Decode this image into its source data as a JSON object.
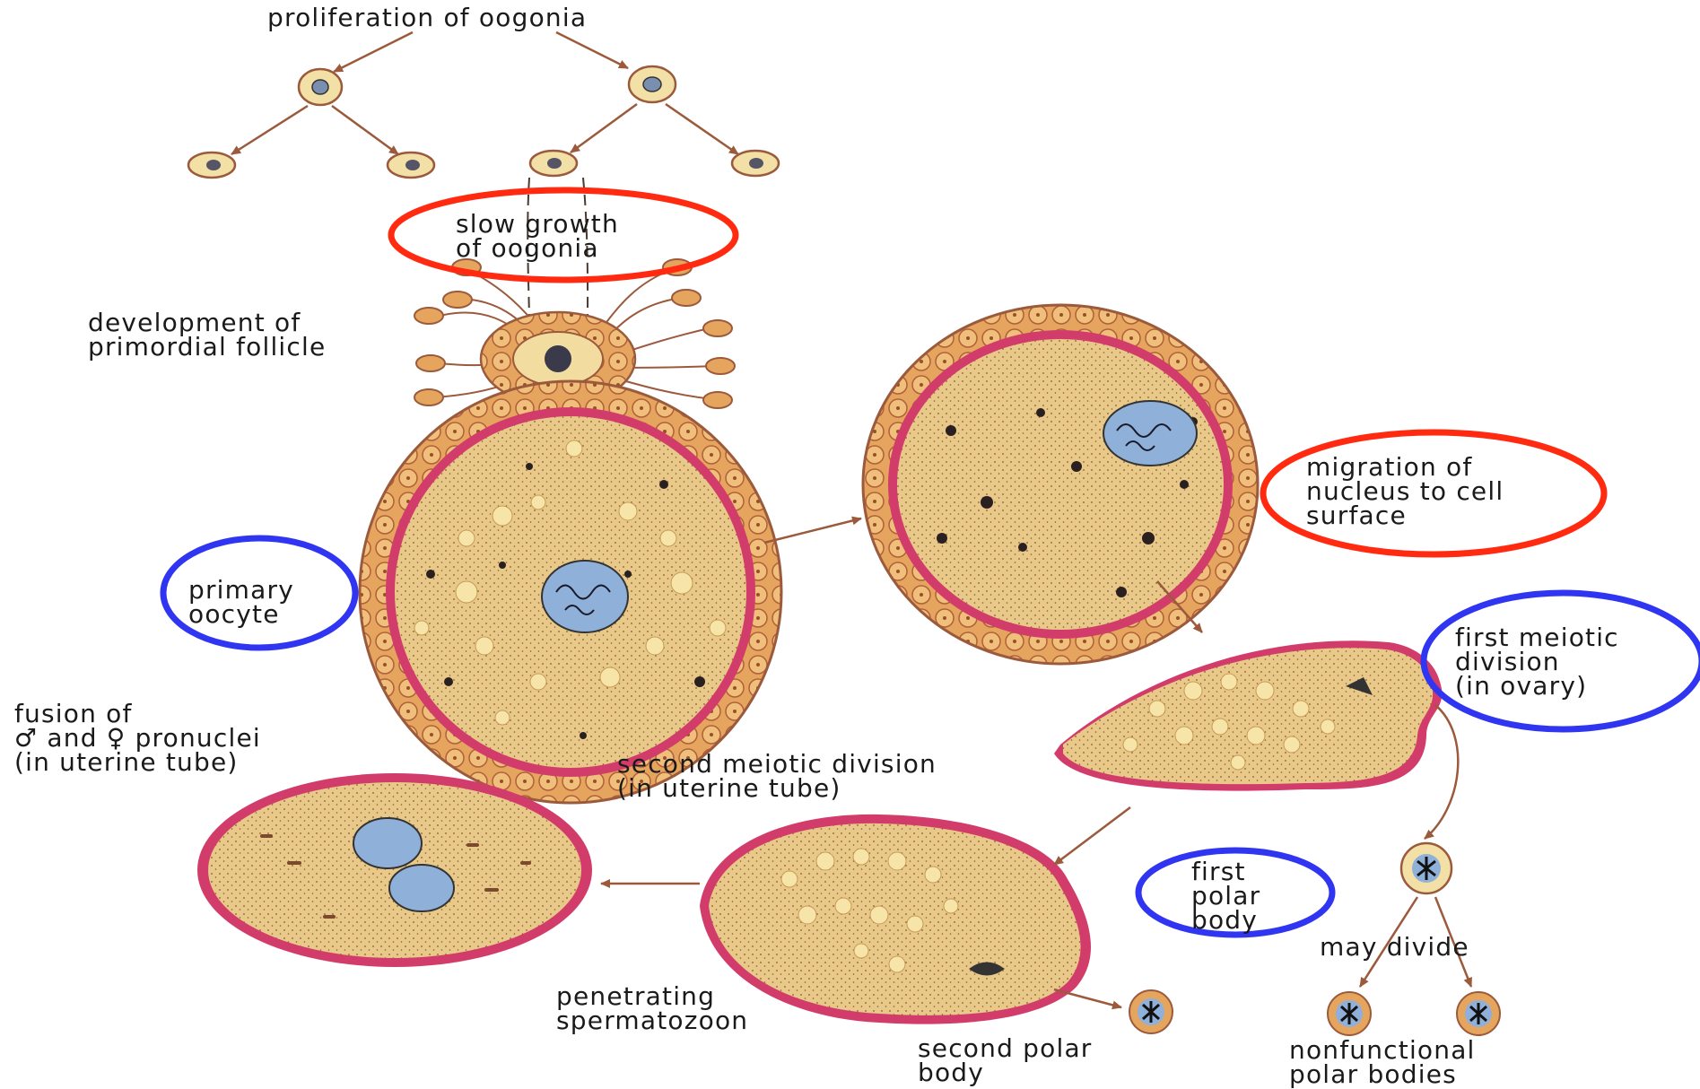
{
  "labels": {
    "proliferation": "proliferation of oogonia",
    "slow_growth": "slow growth\nof oogonia",
    "primordial_follicle": "development of\nprimordial follicle",
    "primary_oocyte": "primary\noocyte",
    "migration": "migration of\nnucleus to cell\nsurface",
    "first_meiotic": "first meiotic\ndivision\n(in ovary)",
    "fusion": "fusion of\n♂ and ♀ pronuclei\n(in uterine tube)",
    "second_meiotic": "second meiotic division\n(in uterine tube)",
    "first_polar_body": "first\npolar\nbody",
    "may_divide": "may divide",
    "penetrating": "penetrating\nspermatozoon",
    "second_polar_body": "second polar\nbody",
    "nonfunctional": "nonfunctional\npolar bodies"
  },
  "highlights": {
    "red": "#ff2a10",
    "blue": "#2f35f0"
  },
  "colors": {
    "cytoplasm": "#e8c98a",
    "membrane": "#c8366a",
    "follicle_cell": "#e0a15a",
    "nucleus": "#8fb0d8",
    "arrow": "#9c5a3c"
  }
}
